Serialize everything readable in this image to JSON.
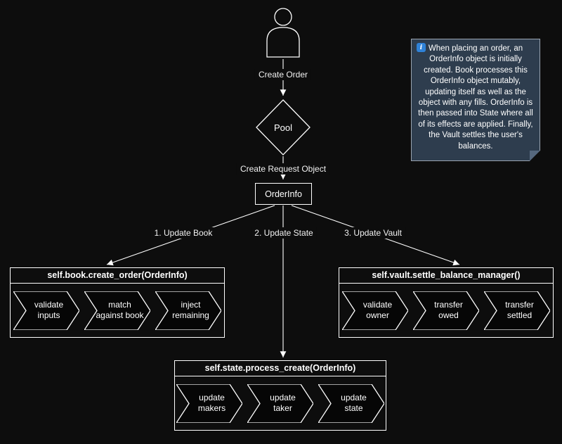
{
  "edge_labels": {
    "create_order": "Create Order",
    "create_request": "Create Request Object",
    "update_book": "1. Update Book",
    "update_state": "2. Update State",
    "update_vault": "3. Update Vault"
  },
  "nodes": {
    "pool": "Pool",
    "orderinfo": "OrderInfo"
  },
  "modules": {
    "book": {
      "title": "self.book.create_order(OrderInfo)",
      "steps": [
        "validate\ninputs",
        "match\nagainst book",
        "inject\nremaining"
      ]
    },
    "state": {
      "title": "self.state.process_create(OrderInfo)",
      "steps": [
        "update\nmakers",
        "update\ntaker",
        "update\nstate"
      ]
    },
    "vault": {
      "title": "self.vault.settle_balance_manager()",
      "steps": [
        "validate\nowner",
        "transfer\nowed",
        "transfer\nsettled"
      ]
    }
  },
  "note": {
    "icon": "info-icon",
    "icon_glyph": "i",
    "text": "When placing an order, an OrderInfo object is initially created. Book processes this OrderInfo object mutably, updating itself as well as the object with any fills. OrderInfo is then passed into State where all of its effects are applied. Finally, the Vault settles the user's balances."
  },
  "colors": {
    "background": "#0d0d0d",
    "line": "#ffffff",
    "node_fill": "#0d0d0d",
    "note_bg": "#2e3d4e",
    "note_border": "#9aa4b0",
    "note_fold": "#55677d",
    "info_icon_bg": "#2f82d8"
  }
}
